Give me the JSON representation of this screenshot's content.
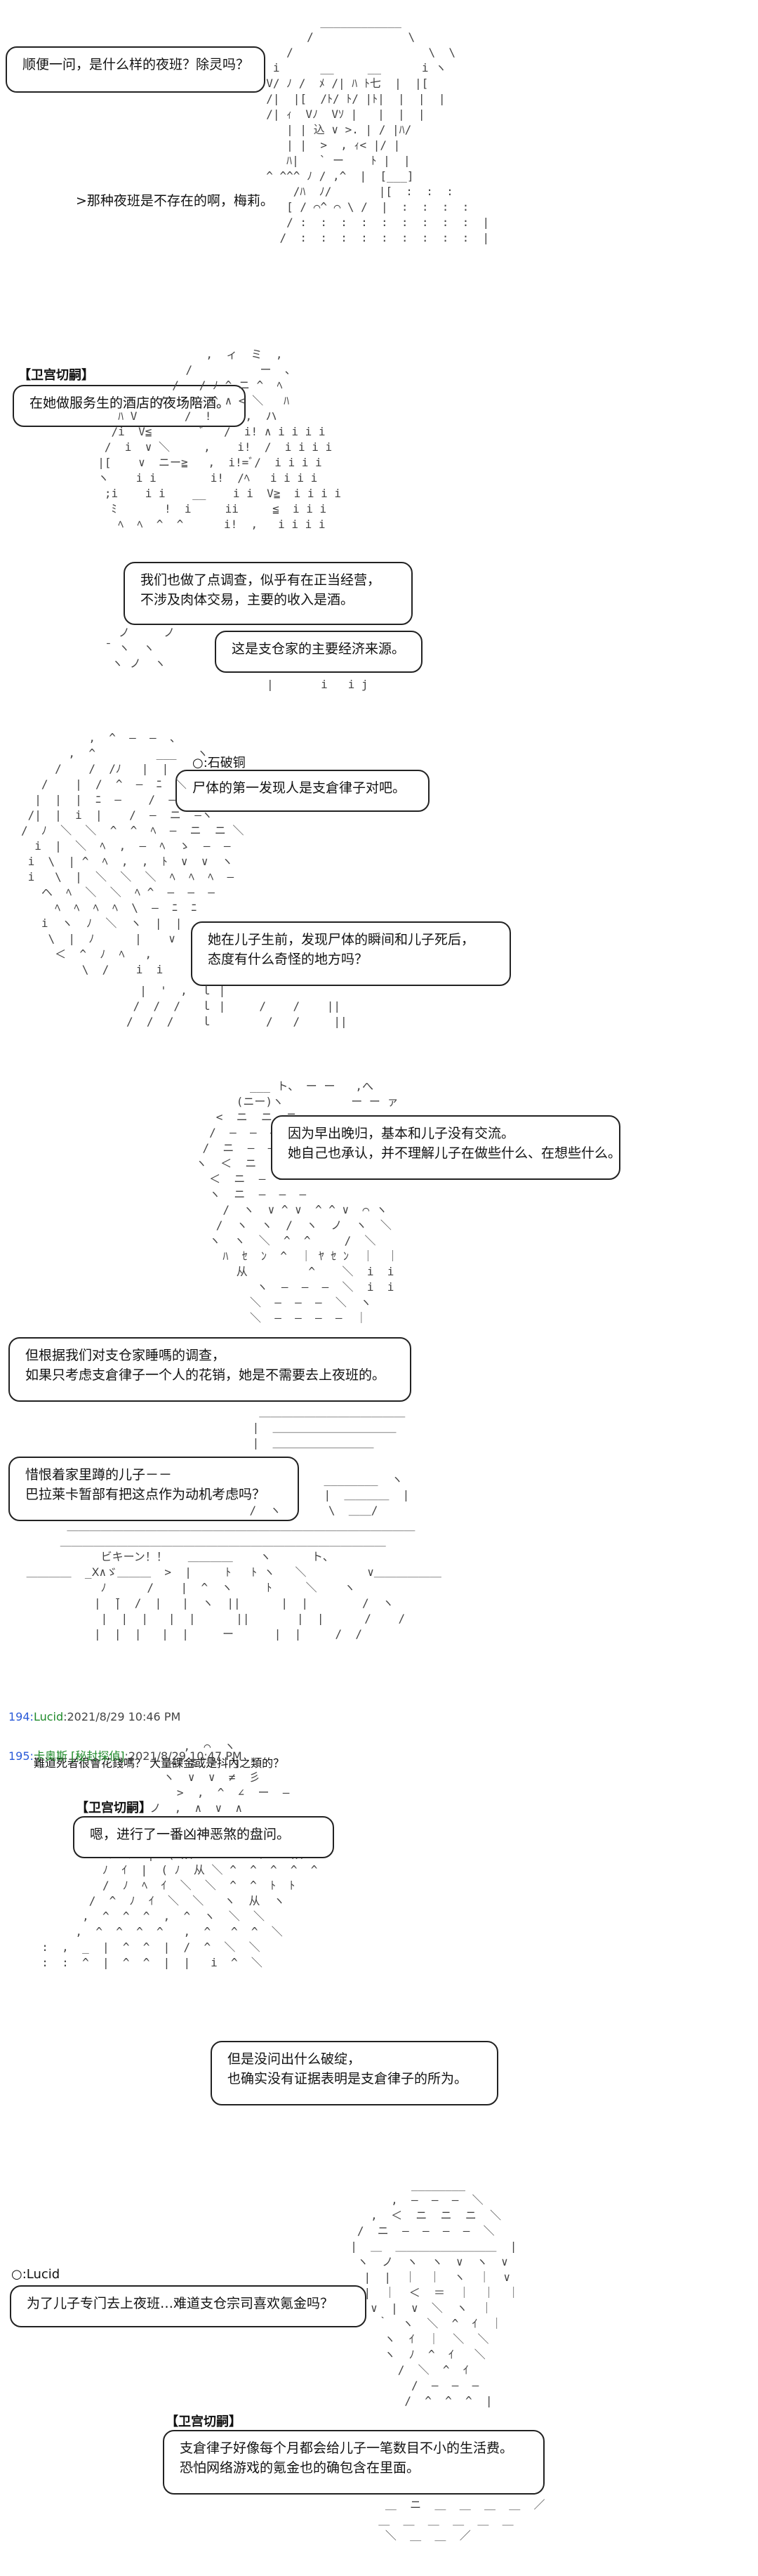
{
  "scene1": {
    "bubble1": "顺便一问，是什么样的夜班？除灵吗？",
    "reply": ">那种夜班是不存在的啊，梅莉。"
  },
  "scene2": {
    "tag": "【卫宫切嗣】",
    "bubble1": "在她做服务生的酒店的夜场陪酒。",
    "bubble2": "我们也做了点调查，似乎有在正当经营，\n不涉及肉体交易，主要的收入是酒。",
    "bubble3": "这是支仓家的主要经济来源。"
  },
  "scene3": {
    "tag": "○:石破铜",
    "bubble1": "尸体的第一发现人是支倉律子对吧。",
    "bubble2": "她在儿子生前，发现尸体的瞬间和儿子死后，\n态度有什么奇怪的地方吗？"
  },
  "scene4": {
    "bubble1": "因为早出晚归，基本和儿子没有交流。\n她自己也承认，并不理解儿子在做些什么、在想些什么。",
    "bubble2": "但根据我们对支仓家睡嗎的调查，\n如果只考虑支倉律子一个人的花销，她是不需要去上夜班的。"
  },
  "scene5": {
    "bubble1": "惜恨着家里蹲的儿子－－\n巴拉莱卡暂部有把这点作为动机考虑吗？"
  },
  "posts": [
    {
      "num": "194:",
      "name": "Lucid",
      "time": ":2021/8/29 10:46 PM",
      "body": "難道死者很會花錢嗎？ 大量課金或是抖內之類的？"
    },
    {
      "num": "195:",
      "name": "卡奥斯 [秘封探偵]",
      "time": ":2021/8/29 10:47 PM",
      "body": ""
    }
  ],
  "scene6": {
    "tag": "【卫宫切嗣】",
    "bubble1": "嗯，进行了一番凶神恶煞的盘问。",
    "bubble2": "但是没问出什么破绽，\n也确实没有证据表明是支倉律子的所为。"
  },
  "scene7": {
    "tag": "○:Lucid",
    "bubble1": "为了儿子专门去上夜班…难道支仓宗司喜欢氪金吗？",
    "tag2": "【卫宫切嗣】",
    "bubble2": "支倉律子好像每个月都会给儿子一笔数目不小的生活费。\n恐怕网络游戏的氪金也的确包含在里面。"
  }
}
